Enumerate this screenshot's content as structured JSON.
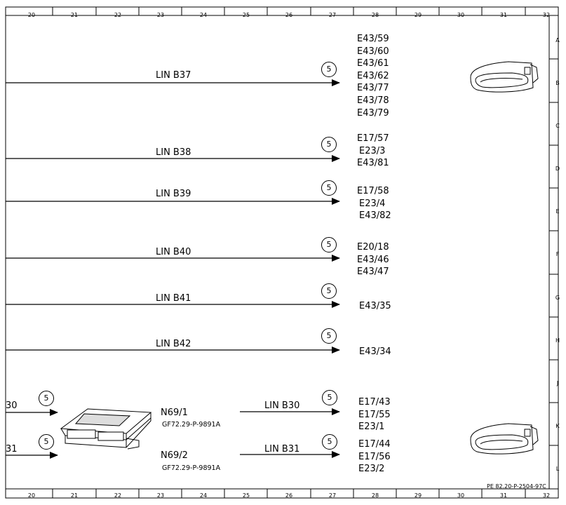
{
  "ruler_columns": [
    "20",
    "21",
    "22",
    "23",
    "24",
    "25",
    "26",
    "27",
    "28",
    "29",
    "30",
    "31",
    "32"
  ],
  "ruler_rows": [
    "A",
    "B",
    "C",
    "D",
    "E",
    "F",
    "G",
    "H",
    "J",
    "K",
    "L"
  ],
  "document_ref": "PE 82.20-P-2504-97C",
  "connections": [
    {
      "lin": "LIN B37",
      "note": "5",
      "components": [
        "E43/59",
        "E43/60",
        "E43/61",
        "E43/62",
        "E43/77",
        "E43/78",
        "E43/79"
      ]
    },
    {
      "lin": "LIN B38",
      "note": "5",
      "components": [
        "E17/57",
        "E23/3",
        "E43/81"
      ]
    },
    {
      "lin": "LIN B39",
      "note": "5",
      "components": [
        "E17/58",
        "E23/4",
        "E43/82"
      ]
    },
    {
      "lin": "LIN B40",
      "note": "5",
      "components": [
        "E20/18",
        "E43/46",
        "E43/47"
      ]
    },
    {
      "lin": "LIN B41",
      "note": "5",
      "components": [
        "E43/35"
      ]
    },
    {
      "lin": "LIN B42",
      "note": "5",
      "components": [
        "E43/34"
      ]
    }
  ],
  "control_units": [
    {
      "input": "30",
      "input_note": "5",
      "name": "N69/1",
      "ref": "GF72.29-P-9891A",
      "lin": "LIN B30",
      "note": "5",
      "components": [
        "E17/43",
        "E17/55",
        "E23/1"
      ]
    },
    {
      "input": "31",
      "input_note": "5",
      "name": "N69/2",
      "ref": "GF72.29-P-9891A",
      "lin": "LIN B31",
      "note": "5",
      "components": [
        "E17/44",
        "E17/56",
        "E23/2"
      ]
    }
  ],
  "icons": [
    "door-handle-light-icon",
    "control-unit-icon"
  ]
}
